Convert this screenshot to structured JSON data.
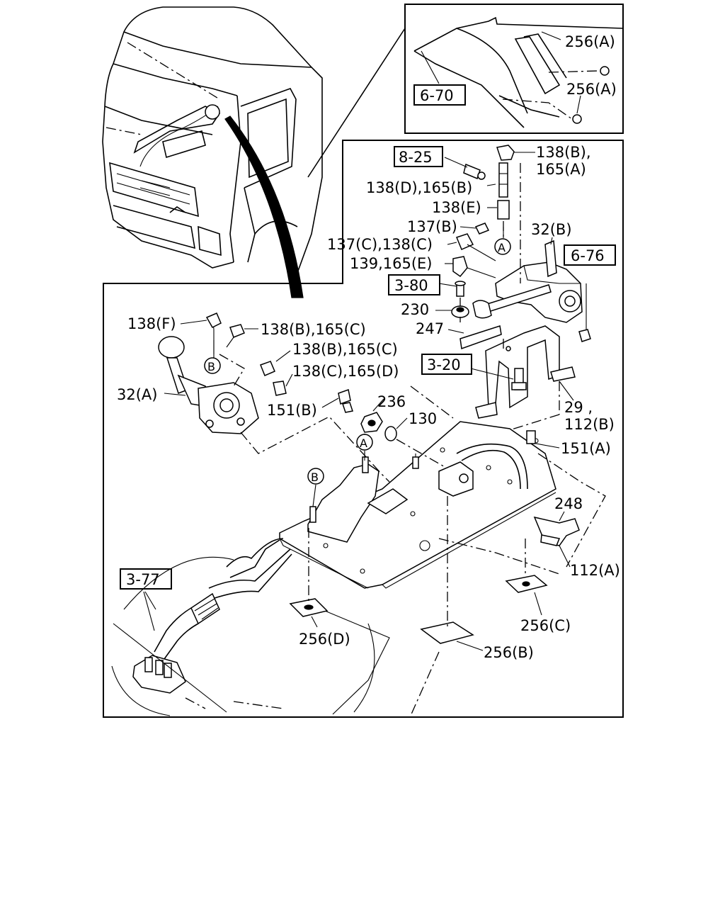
{
  "refs": {
    "r670": "6-70",
    "r825": "8-25",
    "r676": "6-76",
    "r380": "3-80",
    "r320": "3-20",
    "r377": "3-77"
  },
  "callouts": {
    "c256a1": "256(A)",
    "c256a2": "256(A)",
    "c138b165a_1": "138(B),",
    "c138b165a_2": "165(A)",
    "c138d165b": "138(D),165(B)",
    "c138e": "138(E)",
    "c137b": "137(B)",
    "c32b": "32(B)",
    "c137c138c": "137(C),138(C)",
    "c139165e": "139,165(E)",
    "c230": "230",
    "c247": "247",
    "c138f": "138(F)",
    "c138b165c_1": "138(B),165(C)",
    "c138b165c_2": "138(B),165(C)",
    "c138c165d": "138(C),165(D)",
    "c32a": "32(A)",
    "c151b": "151(B)",
    "c236": "236",
    "c130": "130",
    "c29": "29 ,",
    "c112b": "112(B)",
    "c151a": "151(A)",
    "c248": "248",
    "c112a": "112(A)",
    "c256c": "256(C)",
    "c256d": "256(D)",
    "c256b": "256(B)"
  },
  "markers": {
    "a1": "A",
    "a2": "A",
    "b1": "B",
    "b2": "B"
  }
}
